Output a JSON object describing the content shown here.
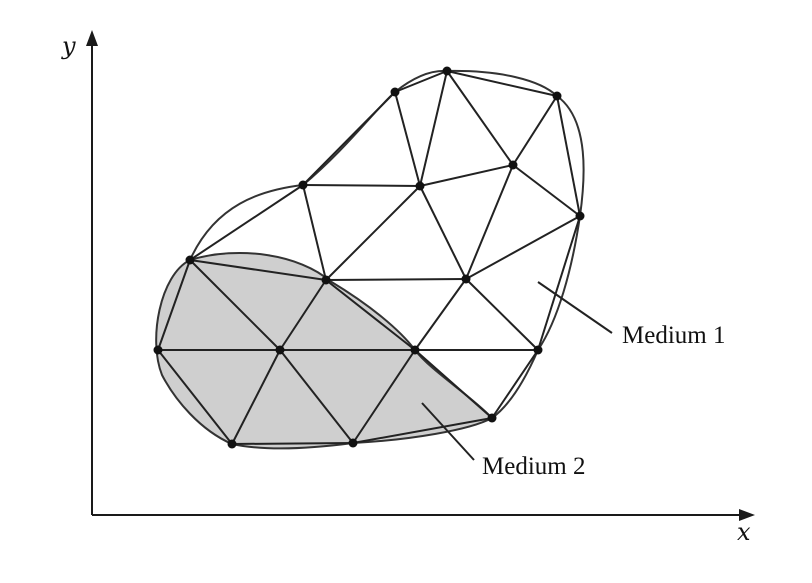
{
  "axes": {
    "x_label": "x",
    "y_label": "y"
  },
  "labels": {
    "medium1": "Medium 1",
    "medium2": "Medium 2"
  },
  "colors": {
    "medium2_fill": "#cfcfcf",
    "line": "#222222",
    "background": "#ffffff"
  }
}
